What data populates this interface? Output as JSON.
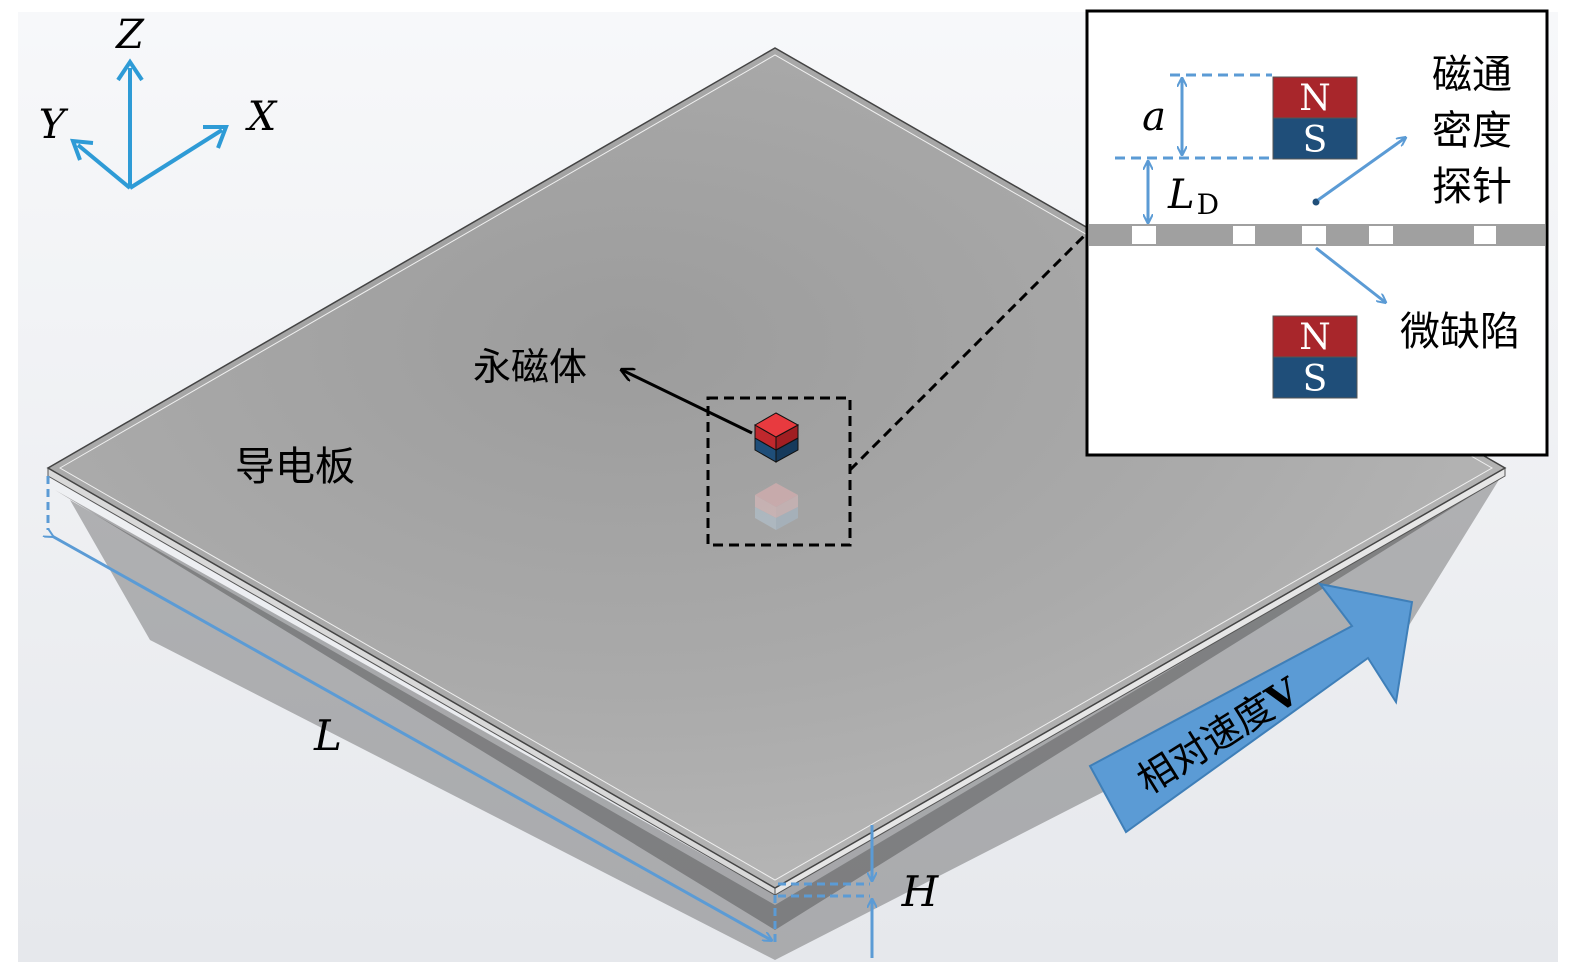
{
  "axes": {
    "z": "Z",
    "y": "Y",
    "x": "X"
  },
  "labels": {
    "magnet": "永磁体",
    "plate": "导电板",
    "plate_length": "L",
    "plate_thickness": "H",
    "velocity_text": "相对速度",
    "velocity_symbol": "V"
  },
  "inset": {
    "dim_a": "a",
    "dim_LD_main": "L",
    "dim_LD_sub": "D",
    "probe_lines": [
      "磁通",
      "密度",
      "探针"
    ],
    "defect": "微缺陷",
    "magnet_top": {
      "n": "N",
      "s": "S"
    },
    "magnet_bottom": {
      "n": "N",
      "s": "S"
    }
  },
  "colors": {
    "accent_blue": "#5b9bd5",
    "north_red": "#a8262b",
    "south_blue": "#1f4e79",
    "plate_gray": "#a6a6a6"
  }
}
